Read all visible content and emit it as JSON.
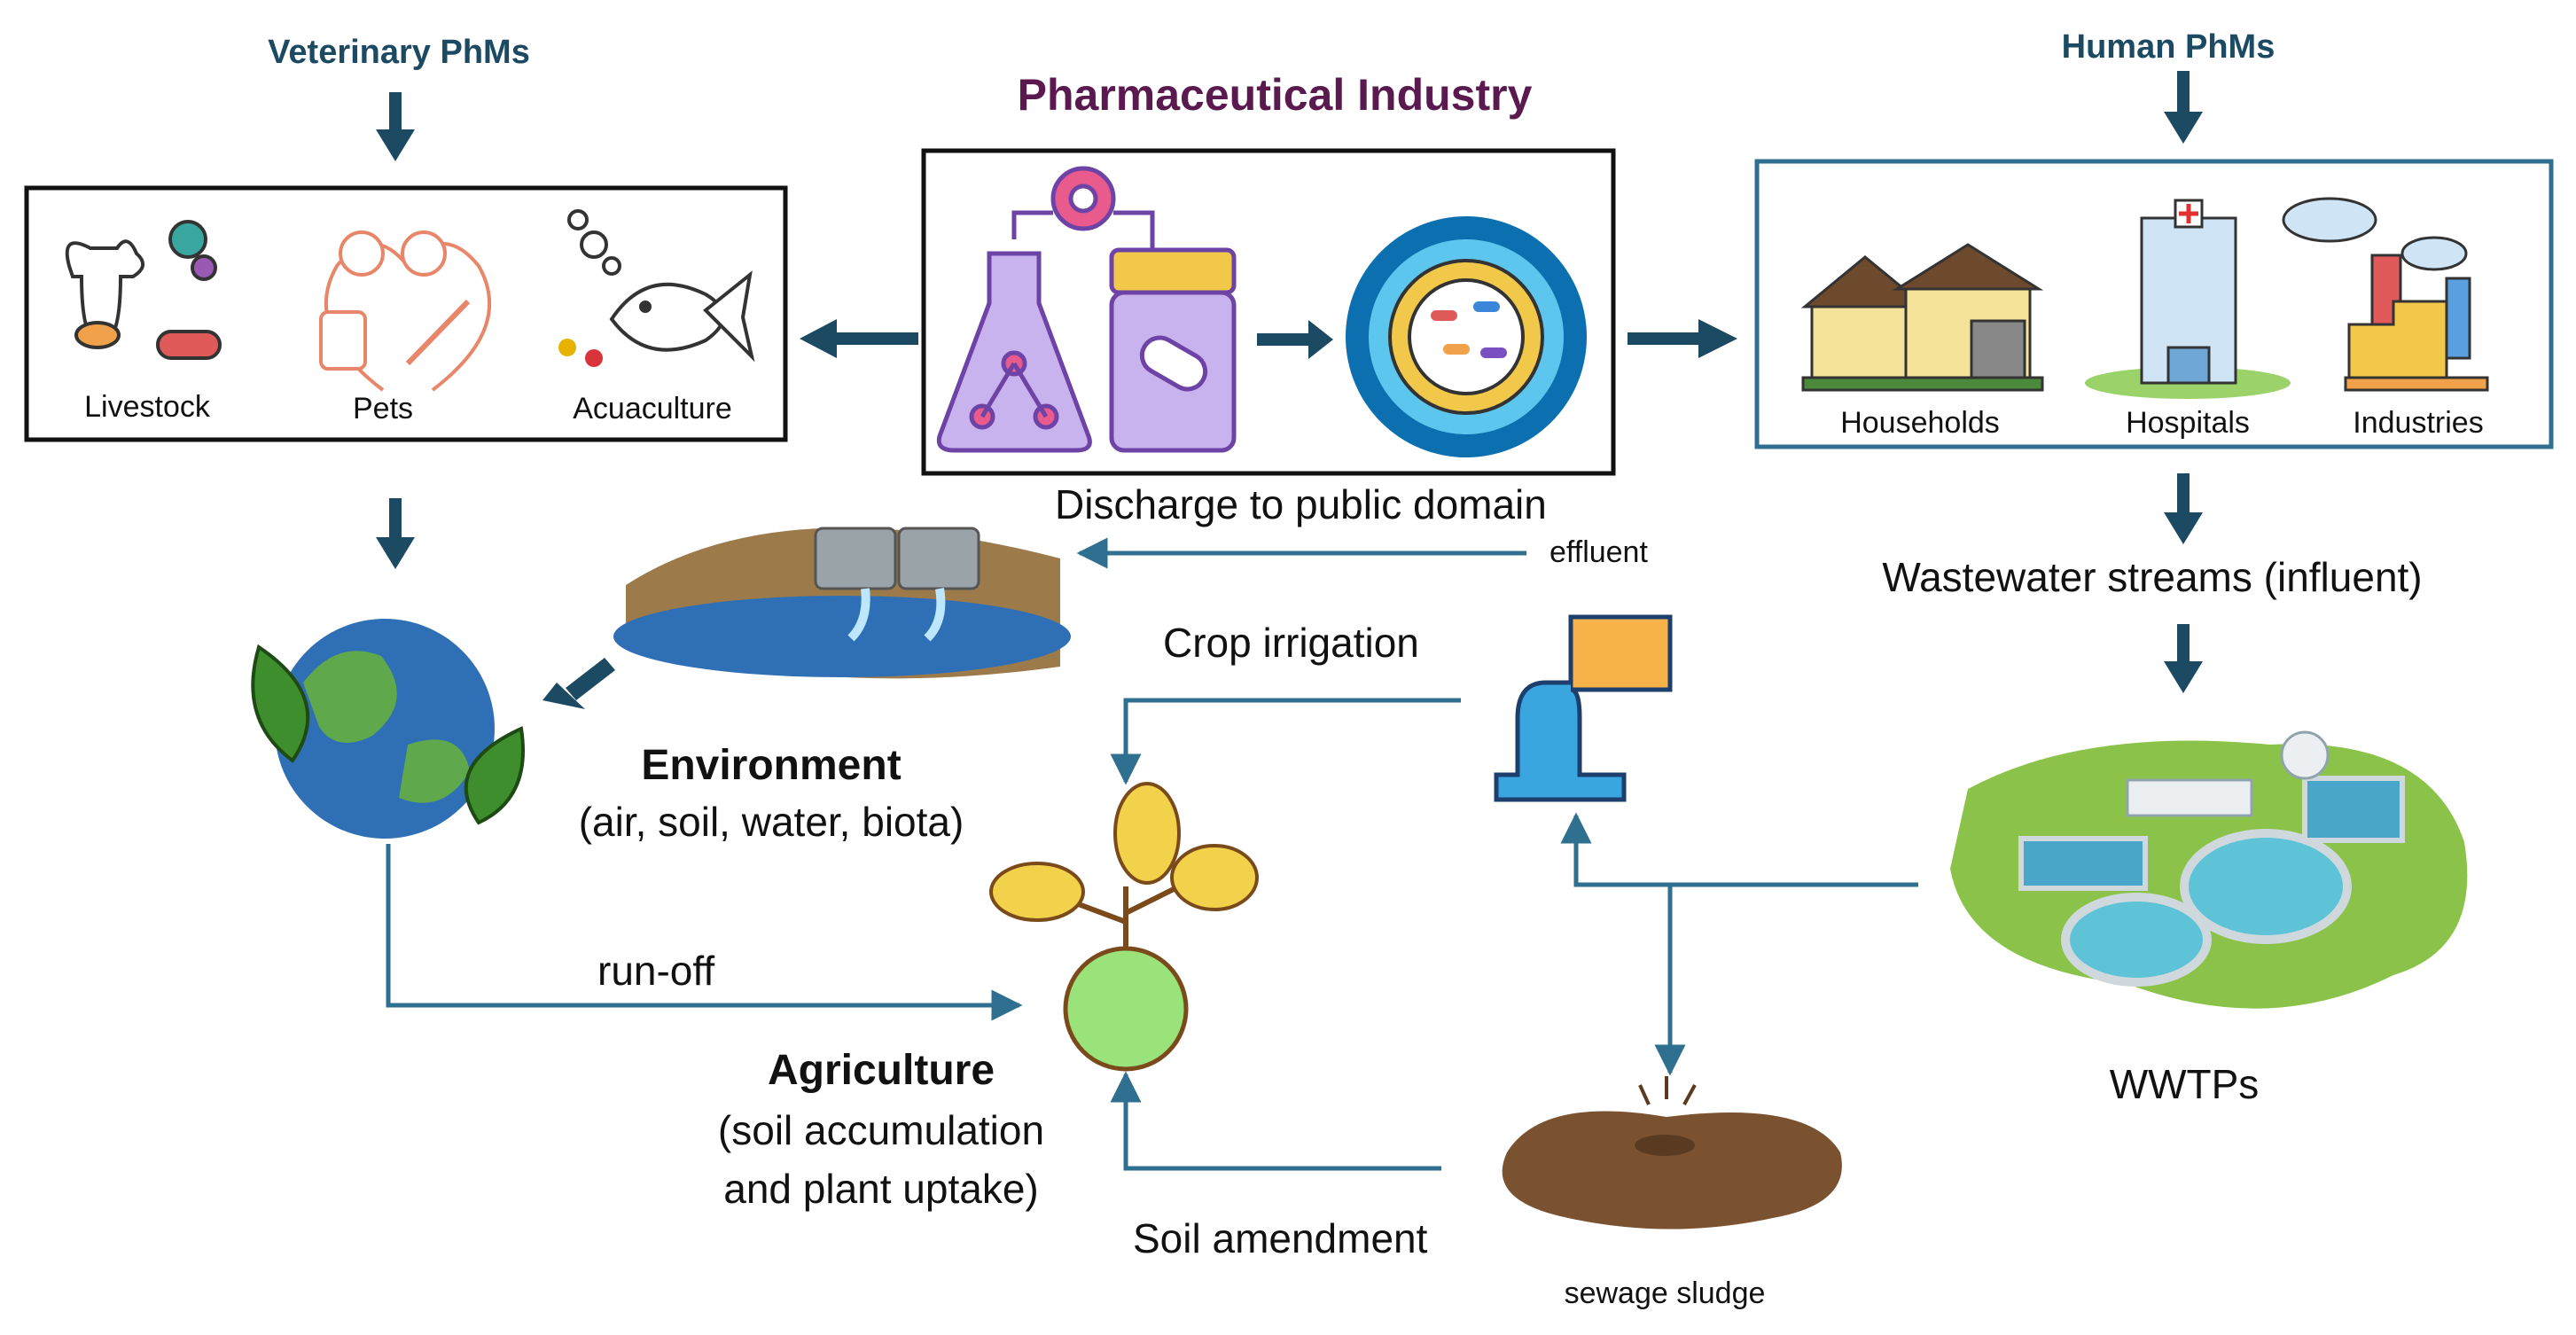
{
  "header": {
    "veterinary": "Veterinary PhMs",
    "industry": "Pharmaceutical Industry",
    "human": "Human PhMs"
  },
  "veterinary_box": {
    "items": [
      "Livestock",
      "Pets",
      "Acuaculture"
    ]
  },
  "human_box": {
    "items": [
      "Households",
      "Hospitals",
      "Industries"
    ]
  },
  "flow": {
    "discharge": "Discharge to public domain",
    "effluent": "effluent",
    "wastewater": "Wastewater streams (influent)",
    "crop_irrigation": "Crop irrigation",
    "runoff": "run-off",
    "soil_amendment": "Soil amendment",
    "sewage_sludge": "sewage sludge",
    "wwtps": "WWTPs"
  },
  "environment": {
    "title": "Environment",
    "subtitle": "(air, soil, water, biota)"
  },
  "agriculture": {
    "title": "Agriculture",
    "line1": "(soil accumulation",
    "line2": "and plant uptake)"
  },
  "colors": {
    "arrow_dark": "#1c4a63",
    "line_blue": "#2f6f8f",
    "header": "#1c4a63",
    "title": "#5b1a4f",
    "box_border": "#111111",
    "human_box_border": "#2f6f8f"
  }
}
